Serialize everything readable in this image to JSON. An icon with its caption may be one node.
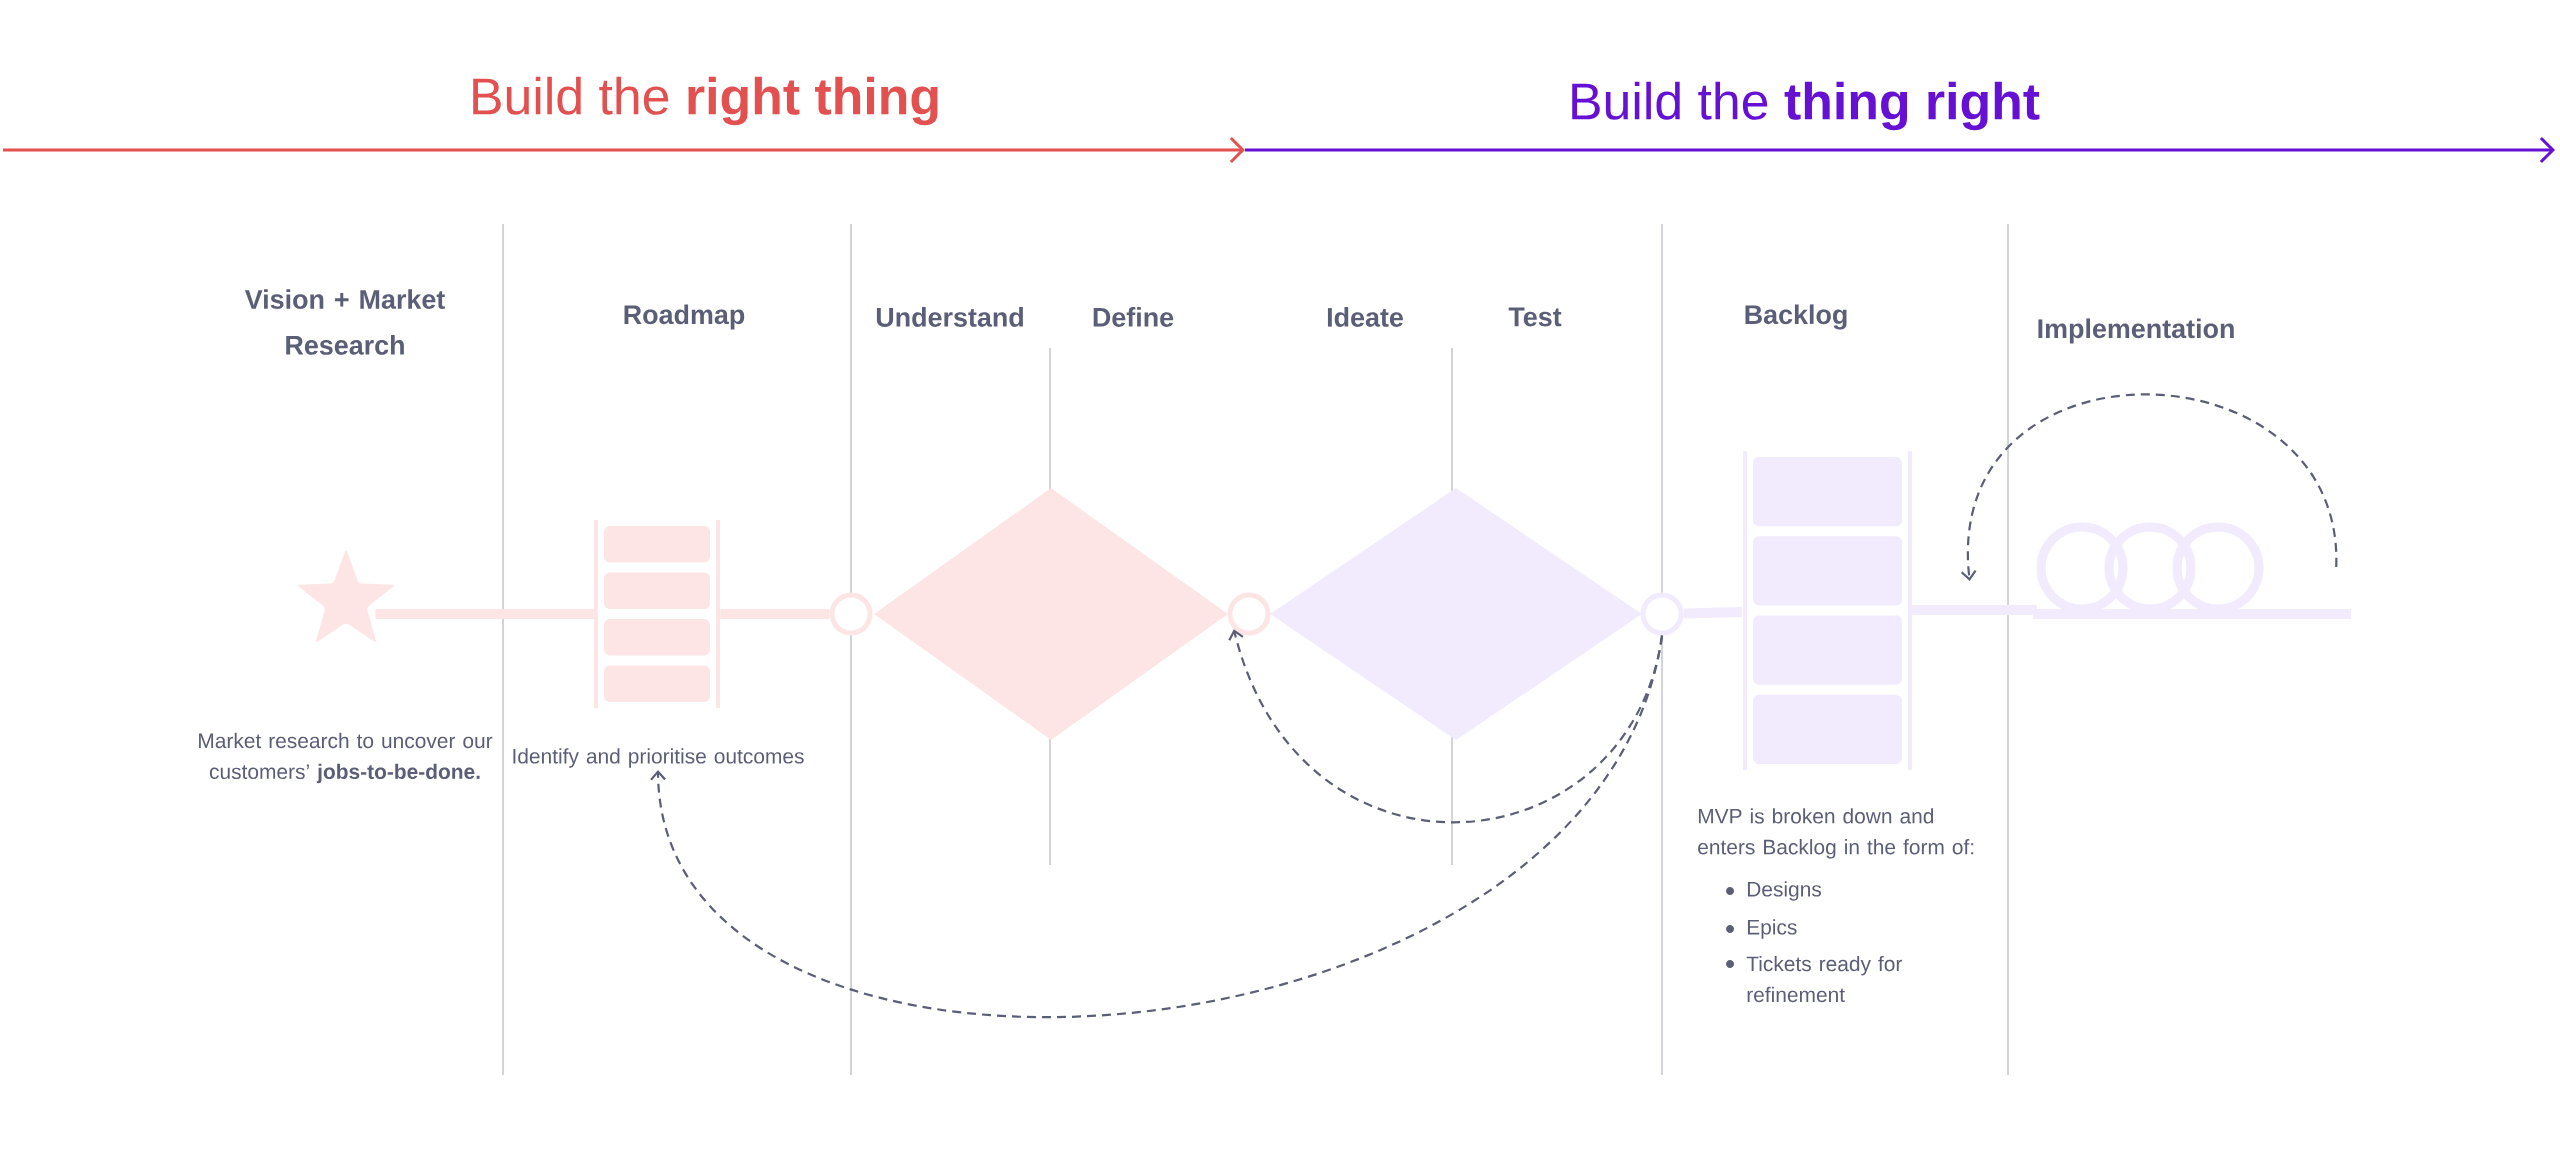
{
  "diagram": {
    "nodes": [
      {
        "text": [],
        "shape": "star"
      },
      {
        "text": [],
        "shape": "box"
      },
      {
        "text": [],
        "shape": "circle"
      },
      {
        "text": [],
        "shape": "diamond"
      },
      {
        "text": [],
        "shape": "circle"
      },
      {
        "text": [],
        "shape": "diamond"
      },
      {
        "text": [],
        "shape": "circle"
      },
      {
        "text": [],
        "shape": "box"
      },
      {
        "text": [],
        "shape": "chain"
      },
      {
        "text": [
          "Identify and prioritise outcomes"
        ]
      }
    ],
    "edges": [
      {
        "from": 0,
        "to": 1,
        "arrow": "none",
        "color": "#fde5e6"
      },
      {
        "from": 1,
        "to": 2,
        "arrow": "none",
        "color": "#fde5e6"
      },
      {
        "from": 6,
        "to": 7,
        "arrow": "none",
        "color": "#f2ebfd"
      },
      {
        "from": 7,
        "to": 8,
        "arrow": "none",
        "color": "#f2ebfd"
      },
      {
        "from": 6,
        "to": 4,
        "arrow": "to",
        "style": "dashed",
        "color": "#5b5e77"
      },
      {
        "from": 6,
        "to": 9,
        "arrow": "to",
        "style": "dashed",
        "color": "#5b5e77"
      },
      {
        "from": 8,
        "to": 7,
        "arrow": "to",
        "style": "dashed",
        "color": "#5b5e77"
      }
    ],
    "labels": [
      "Build the **right thing**",
      "Build the **thing right**",
      "Vision + Market Research",
      "Roadmap",
      "Understand",
      "Define",
      "Ideate",
      "Test",
      "Backlog",
      "Implementation",
      "Market research to uncover our customers’ **jobs-to-be-done.**",
      "MVP is broken down and enters Backlog in the form of:",
      "Designs",
      "Epics",
      "Tickets ready for refinement"
    ]
  }
}
